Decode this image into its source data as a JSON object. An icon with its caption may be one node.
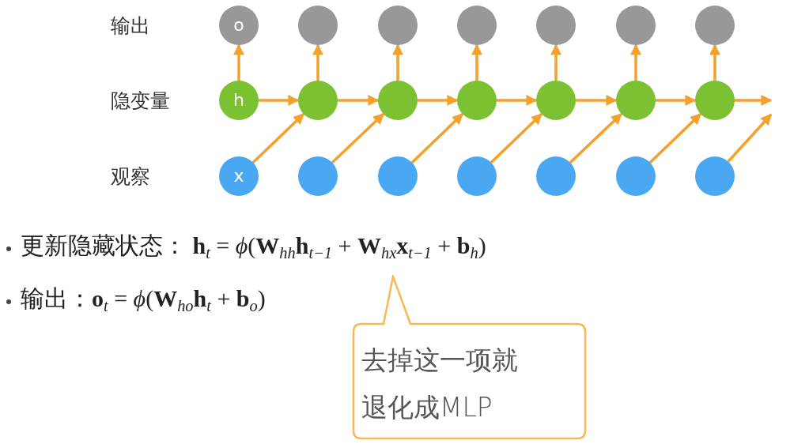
{
  "diagram": {
    "nodes": [
      {
        "text": [
          "o"
        ]
      },
      {
        "text": [],
        "shape": "circle"
      },
      {
        "text": [],
        "shape": "circle"
      },
      {
        "text": [],
        "shape": "circle"
      },
      {
        "text": [],
        "shape": "circle"
      },
      {
        "text": [],
        "shape": "circle"
      },
      {
        "text": [],
        "shape": "circle"
      },
      {
        "text": [
          "h"
        ]
      },
      {
        "text": [],
        "shape": "circle"
      },
      {
        "text": [],
        "shape": "circle"
      },
      {
        "text": [],
        "shape": "circle"
      },
      {
        "text": [],
        "shape": "circle"
      },
      {
        "text": [],
        "shape": "circle"
      },
      {
        "text": [],
        "shape": "circle"
      },
      {
        "text": [
          "x"
        ]
      },
      {
        "text": [],
        "shape": "circle"
      },
      {
        "text": [],
        "shape": "circle"
      },
      {
        "text": [],
        "shape": "circle"
      },
      {
        "text": [],
        "shape": "circle"
      },
      {
        "text": [],
        "shape": "circle"
      },
      {
        "text": [],
        "shape": "circle"
      },
      {
        "text": [
          "去掉这一项就退化成MLP"
        ]
      }
    ],
    "edges": [
      {
        "from": 7,
        "to": 0,
        "arrow": "to"
      },
      {
        "from": 8,
        "to": 1,
        "arrow": "to"
      },
      {
        "from": 9,
        "to": 2,
        "arrow": "to"
      },
      {
        "from": 10,
        "to": 3,
        "arrow": "to"
      },
      {
        "from": 11,
        "to": 4,
        "arrow": "to"
      },
      {
        "from": 12,
        "to": 5,
        "arrow": "to"
      },
      {
        "from": 13,
        "to": 6,
        "arrow": "to"
      },
      {
        "from": 7,
        "to": 8,
        "arrow": "to"
      },
      {
        "from": 8,
        "to": 9,
        "arrow": "to"
      },
      {
        "from": 9,
        "to": 10,
        "arrow": "to"
      },
      {
        "from": 10,
        "to": 11,
        "arrow": "to"
      },
      {
        "from": 11,
        "to": 12,
        "arrow": "to"
      },
      {
        "from": 12,
        "to": 13,
        "arrow": "to"
      },
      {
        "from": 13,
        "to": null,
        "arrow": "to"
      },
      {
        "from": 14,
        "to": 8,
        "arrow": "to"
      },
      {
        "from": 15,
        "to": 9,
        "arrow": "to"
      },
      {
        "from": 16,
        "to": 10,
        "arrow": "to"
      },
      {
        "from": 17,
        "to": 11,
        "arrow": "to"
      },
      {
        "from": 18,
        "to": 12,
        "arrow": "to"
      },
      {
        "from": 19,
        "to": 13,
        "arrow": "to"
      },
      {
        "from": 20,
        "to": null,
        "arrow": "to"
      }
    ],
    "labels": [
      "输出",
      "隐变量",
      "观察",
      "更新隐藏状态： **h**$_{t}$ = *ϕ*(**W**$_{hh}$**h**$_{t−1}$ + **W**$_{hx}$**x**$_{t−1}$ + **b**$_{h}$)",
      "输出：**o**$_{t}$ = *ϕ*(**W**$_{ho}$**h**$_{t}$ + **b**$_{o}$)"
    ]
  }
}
